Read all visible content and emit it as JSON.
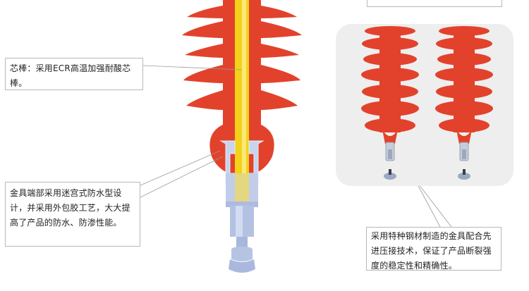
{
  "callouts": {
    "core_rod": "芯棒：采用ECR高温加强耐酸芯棒。",
    "end_fitting": "金具端部采用迷宫式防水型设计，并采用外包胶工艺，大大提高了产品的防水、防渗性能。",
    "steel_fitting": "采用特种钢材制造的金具配合先进压接技术，保证了产品断裂强度的稳定性和精确性。"
  },
  "colors": {
    "shed_red": "#e2422c",
    "core_yellow": "#f2d21a",
    "fitting_blue": "#b6c4e4",
    "photo_bg": "#eeeeee"
  }
}
